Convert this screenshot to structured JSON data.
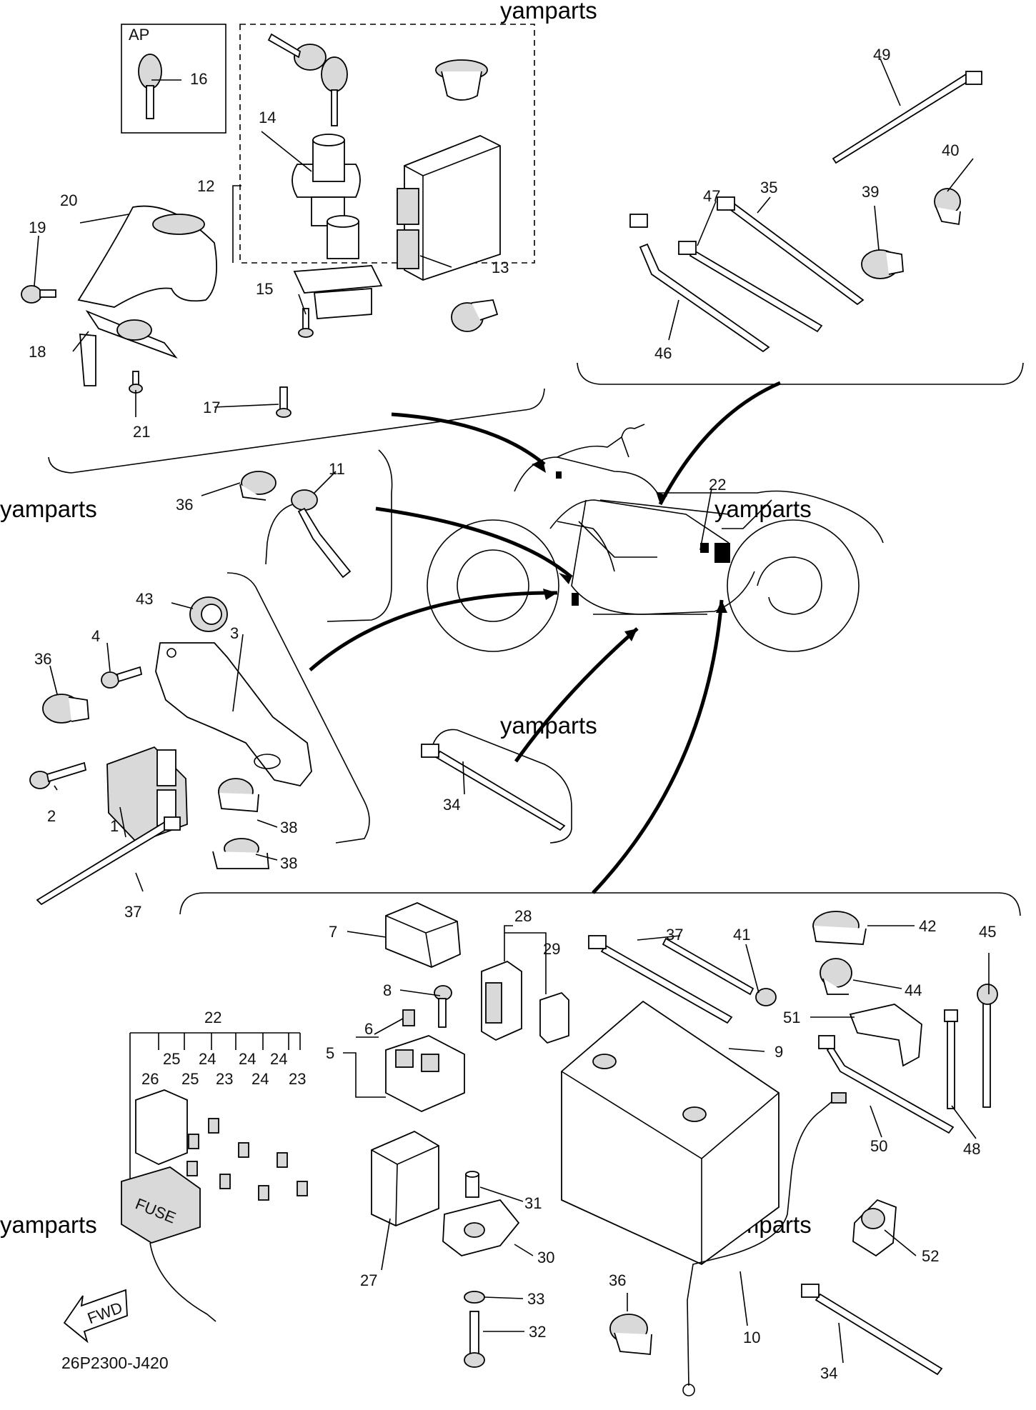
{
  "diagram": {
    "watermark": "yamparts",
    "drawing_code": "26P2300-J420",
    "ap_label": "AP",
    "fwd_label": "FWD",
    "fuse_label": "FUSE",
    "callouts": {
      "c1": "1",
      "c2": "2",
      "c3": "3",
      "c4": "4",
      "c5": "5",
      "c6": "6",
      "c7": "7",
      "c8": "8",
      "c9": "9",
      "c10": "10",
      "c11": "11",
      "c12": "12",
      "c13": "13",
      "c14": "14",
      "c15": "15",
      "c16": "16",
      "c17": "17",
      "c18": "18",
      "c19": "19",
      "c20": "20",
      "c21": "21",
      "c22": "22",
      "c23": "23",
      "c24": "24",
      "c25": "25",
      "c26": "26",
      "c27": "27",
      "c28": "28",
      "c29": "29",
      "c30": "30",
      "c31": "31",
      "c32": "32",
      "c33": "33",
      "c34": "34",
      "c35": "35",
      "c36": "36",
      "c37": "37",
      "c38": "38",
      "c39": "39",
      "c40": "40",
      "c41": "41",
      "c42": "42",
      "c43": "43",
      "c44": "44",
      "c45": "45",
      "c46": "46",
      "c47": "47",
      "c48": "48",
      "c49": "49",
      "c50": "50",
      "c51": "51",
      "c52": "52"
    }
  }
}
